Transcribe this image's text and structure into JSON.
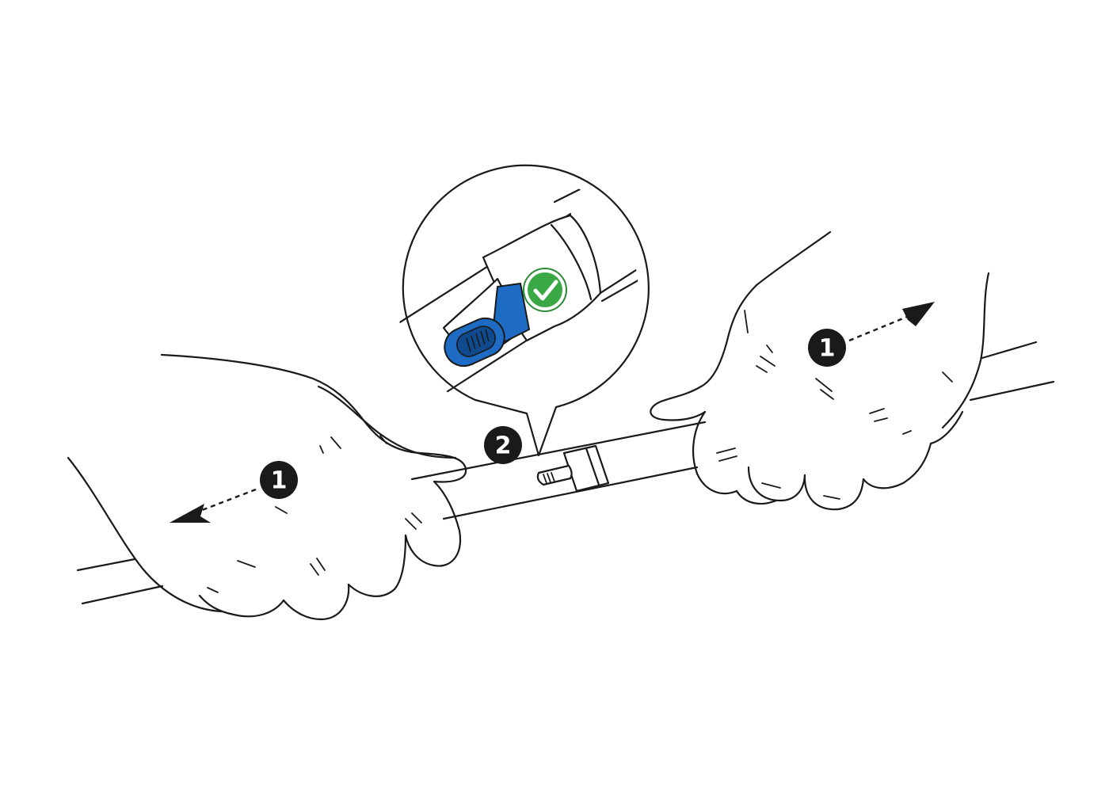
{
  "steps": {
    "pull_left": "1",
    "pull_right": "1",
    "check_lock": "2"
  },
  "icons": {
    "direction_arrow": "arrow-icon",
    "confirmation": "checkmark-icon",
    "lock_button": "slider-lock-icon"
  },
  "colors": {
    "line": "#1a1a1a",
    "lock_blue": "#1e6bc4",
    "lock_blue_dark": "#0f4a8f",
    "check_green": "#3aa844",
    "check_ring": "#2a8a36",
    "badge": "#1a1a1a"
  }
}
